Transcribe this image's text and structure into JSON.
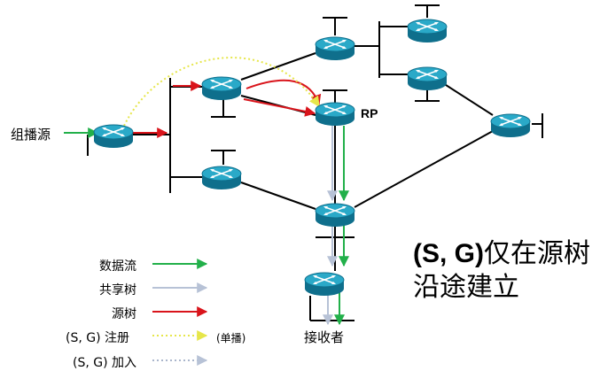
{
  "labels": {
    "multicast_source": "组播源",
    "rp": "RP",
    "receiver": "接收者",
    "note_line1_prefix": "(S, G)",
    "note_line1_suffix": "仅在源树",
    "note_line2": "沿途建立"
  },
  "legend": [
    {
      "key": "data_flow",
      "label": "数据流",
      "color": "#22b04a",
      "style": "solid"
    },
    {
      "key": "shared_tree",
      "label": "共享树",
      "color": "#b7c2d6",
      "style": "solid"
    },
    {
      "key": "source_tree",
      "label": "源树",
      "color": "#d9141b",
      "style": "solid"
    },
    {
      "key": "sg_register",
      "label": "(S, G) 注册",
      "color": "#f2f26b",
      "style": "dotted",
      "note": "(单播)"
    },
    {
      "key": "sg_join",
      "label": "(S, G) 加入",
      "color": "#aab6cc",
      "style": "dotted"
    }
  ],
  "colors": {
    "router_body": "#178aa8",
    "router_top": "#2aa9c8",
    "link": "#000000"
  }
}
